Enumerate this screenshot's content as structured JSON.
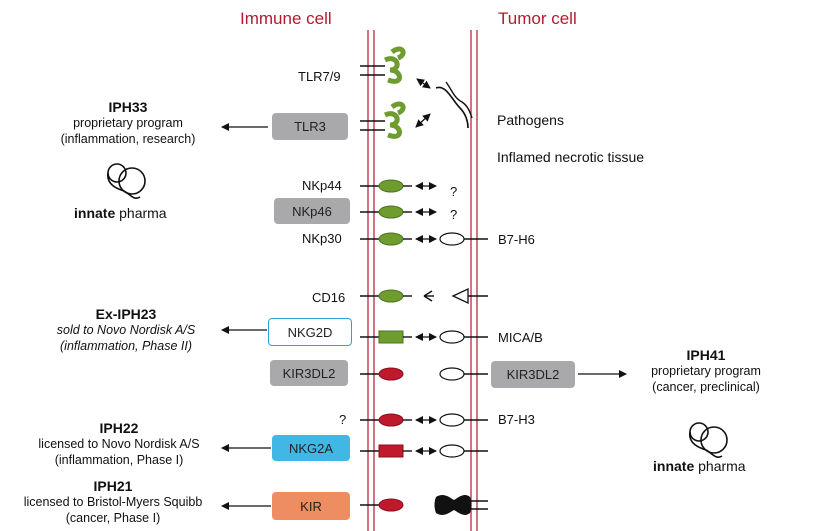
{
  "headers": {
    "immune": "Immune cell",
    "tumor": "Tumor cell"
  },
  "receptors": {
    "tlr79": "TLR7/9",
    "tlr3": "TLR3",
    "nkp44": "NKp44",
    "nkp46": "NKp46",
    "nkp30": "NKp30",
    "cd16": "CD16",
    "nkg2d": "NKG2D",
    "kir3dl2": "KIR3DL2",
    "b7h3_q": "?",
    "nkg2a": "NKG2A",
    "kir": "KIR"
  },
  "ligands": {
    "pathogens": "Pathogens",
    "inflamed": "Inflamed necrotic tissue",
    "q1": "?",
    "q2": "?",
    "b7h6": "B7-H6",
    "mica": "MICA/B",
    "kir3dl2_tumor": "KIR3DL2",
    "b7h3": "B7-H3"
  },
  "programs": {
    "iph33": {
      "title": "IPH33",
      "line1": "proprietary program",
      "line2": "(inflammation, research)"
    },
    "exiph23": {
      "title": "Ex-IPH23",
      "line1": "sold to Novo Nordisk A/S",
      "line2": "(inflammation, Phase II)"
    },
    "iph22": {
      "title": "IPH22",
      "line1": "licensed to Novo Nordisk A/S",
      "line2": "(inflammation, Phase I)"
    },
    "iph21": {
      "title": "IPH21",
      "line1": "licensed to Bristol-Myers Squibb",
      "line2": "(cancer, Phase I)"
    },
    "iph41": {
      "title": "IPH41",
      "line1": "proprietary program",
      "line2": "(cancer, preclinical)"
    }
  },
  "logo": {
    "bold": "innate",
    "rest": " pharma"
  },
  "colors": {
    "membrane": "#b01c2e",
    "green": "#6e9c2f",
    "red": "#c0192c",
    "gray_box": "#a9a9ab",
    "cyan_box": "#40b7e5",
    "orange_box": "#ee8d61"
  }
}
